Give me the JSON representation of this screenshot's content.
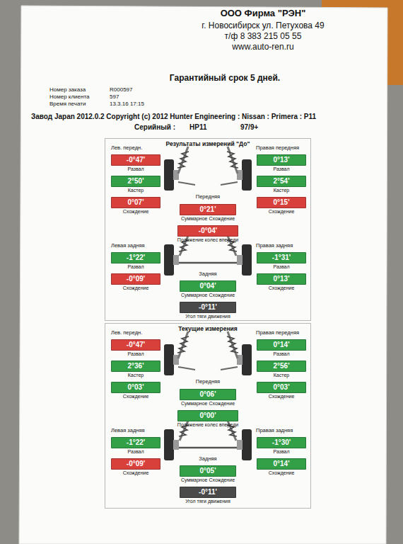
{
  "diagram": {
    "title": "ООО Фирма \"РЭН\"",
    "nodes": [
      {
        "text": [
          "Результаты измерений \"До\""
        ]
      },
      {
        "text": [
          "-0°47'",
          "Развал"
        ],
        "in": 0
      },
      {
        "text": [
          "2°50'",
          "Кастер"
        ],
        "in": 0
      },
      {
        "text": [
          "0°07'",
          "Схождение"
        ],
        "in": 0
      },
      {
        "text": [
          "0°13'",
          "Развал"
        ],
        "in": 0
      },
      {
        "text": [
          "2°54'",
          "Кастер"
        ],
        "in": 0
      },
      {
        "text": [
          "0°15'",
          "Схождение"
        ],
        "in": 0
      },
      {
        "text": [
          "0°21'",
          "Суммарное Схождение"
        ],
        "in": 0
      },
      {
        "text": [
          "-0°04'",
          "Положение колес впереди"
        ],
        "in": 0
      },
      {
        "text": [
          "-1°22'",
          "Развал"
        ],
        "in": 0
      },
      {
        "text": [
          "-0°09'",
          "Схождение"
        ],
        "in": 0
      },
      {
        "text": [
          "-1°31'",
          "Развал"
        ],
        "in": 0
      },
      {
        "text": [
          "0°13'",
          "Схождение"
        ],
        "in": 0
      },
      {
        "text": [
          "0°04'",
          "Суммарное Схождение"
        ],
        "in": 0
      },
      {
        "text": [
          "-0°11'",
          "Угол тяги движения"
        ],
        "in": 0
      },
      {
        "text": [
          "Текущие измерения"
        ]
      },
      {
        "text": [
          "-0°47'",
          "Развал"
        ],
        "in": 15
      },
      {
        "text": [
          "2°36'",
          "Кастер"
        ],
        "in": 15
      },
      {
        "text": [
          "0°03'",
          "Схождение"
        ],
        "in": 15
      },
      {
        "text": [
          "0°14'",
          "Развал"
        ],
        "in": 15
      },
      {
        "text": [
          "2°56'",
          "Кастер"
        ],
        "in": 15
      },
      {
        "text": [
          "0°03'",
          "Схождение"
        ],
        "in": 15
      },
      {
        "text": [
          "0°06'",
          "Суммарное Схождение"
        ],
        "in": 15
      },
      {
        "text": [
          "0°00'",
          "Положение колес впереди"
        ],
        "in": 15
      },
      {
        "text": [
          "-1°22'",
          "Развал"
        ],
        "in": 15
      },
      {
        "text": [
          "-0°09'",
          "Схождение"
        ],
        "in": 15
      },
      {
        "text": [
          "-1°30'",
          "Развал"
        ],
        "in": 15
      },
      {
        "text": [
          "0°14'",
          "Схождение"
        ],
        "in": 15
      },
      {
        "text": [
          "0°05'",
          "Суммарное Схождение"
        ],
        "in": 15
      },
      {
        "text": [
          "-0°11'",
          "Угол тяги движения"
        ],
        "in": 15
      }
    ],
    "labels": [
      "г. Новосибирск ул. Петухова 49",
      "т/ф 8 383 215 05 55",
      "www.auto-ren.ru",
      "Гарантийный срок 5 дней.",
      "Номер заказа",
      "R000597",
      "Номер клиента",
      "597",
      "Время печати",
      "13.3.16 17:15",
      "Завод Japan 2012.0.2 Copyright (c) 2012 Hunter Engineering : Nissan : Primera : P11",
      "Серийный :",
      "HP11",
      "97/9+",
      "Лев. передн.",
      "Правая передняя",
      "Передняя",
      "Левая задняя",
      "Правая задняя",
      "Задняя",
      "Лев. передн.",
      "Правая передняя",
      "Передняя",
      "Левая задняя",
      "Правая задняя",
      "Задняя"
    ]
  }
}
